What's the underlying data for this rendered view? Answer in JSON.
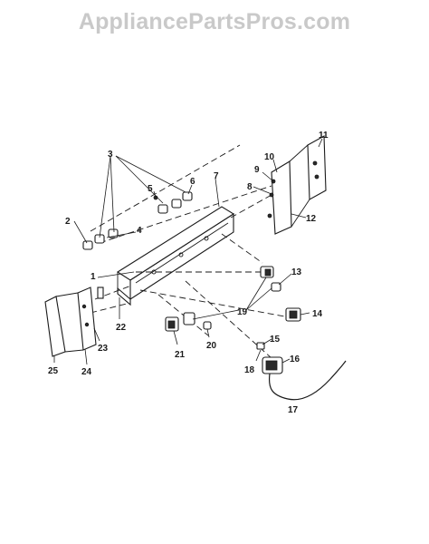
{
  "watermark": "AppliancePartsPros.com",
  "callouts": [
    "1",
    "2",
    "3",
    "4",
    "5",
    "6",
    "7",
    "8",
    "9",
    "10",
    "11",
    "12",
    "13",
    "14",
    "15",
    "16",
    "17",
    "18",
    "19",
    "20",
    "21",
    "22",
    "23",
    "24",
    "25"
  ]
}
